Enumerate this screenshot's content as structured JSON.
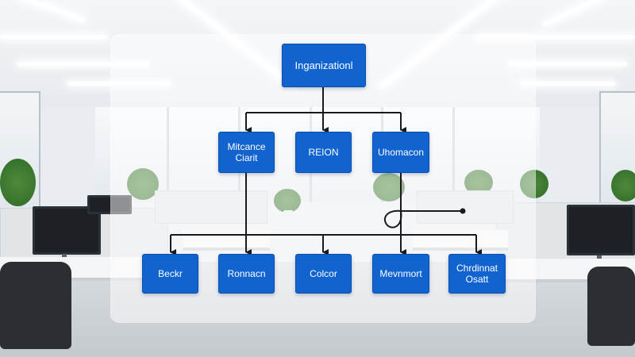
{
  "diagram": {
    "root": {
      "label": "Inganizationl"
    },
    "middle": [
      {
        "label": "Mitcance\nCiarit"
      },
      {
        "label": "REION"
      },
      {
        "label": "Uhomacon"
      }
    ],
    "bottom": [
      {
        "label": "Beckr"
      },
      {
        "label": "Ronnacn"
      },
      {
        "label": "Colcor"
      },
      {
        "label": "Mevnmort"
      },
      {
        "label": "Chrdinnat\nOsatt"
      }
    ]
  },
  "colors": {
    "node_fill": "#1164d0",
    "node_text": "#ffffff",
    "connector": "#1a1a1a"
  }
}
